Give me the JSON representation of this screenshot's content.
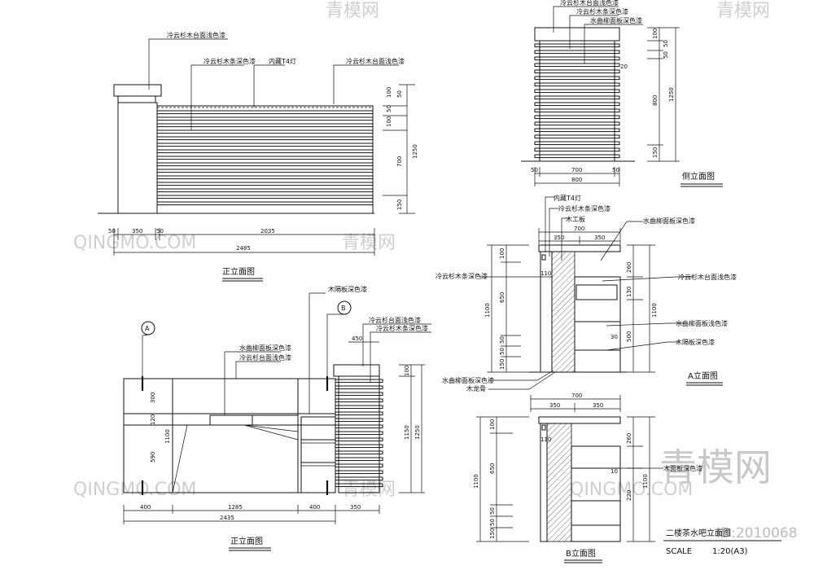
{
  "titles": {
    "front_elevation_top": "正立面图",
    "side_elevation": "侧立面图",
    "front_elevation_bottom": "正立面图",
    "a_elevation": "A立面图",
    "b_elevation": "B立面图",
    "drawing_name": "二楼茶水吧立面图",
    "scale_label": "SCALE",
    "scale_value": "1:20(A3)"
  },
  "labels": {
    "fir_light": "冷云杉木台面浅色漆",
    "fir_strip_dark": "冷云杉木条深色漆",
    "t4_light": "内藏T4灯",
    "fir_light_b": "冷云杉台面浅色漆",
    "fir_top_light": "冷云杉台面浅色漆",
    "curved_light": "水曲柳面板浅色漆",
    "curved_dark": "水曲柳面板深色漆",
    "wood_panel_dark": "木隔板深色漆",
    "wood_board": "木工板",
    "wood_keel": "木龙骨",
    "partition_dark": "木隔板深色漆",
    "top_board_dark": "木面板深色漆"
  },
  "dims": {
    "top_front": [
      "50",
      "350",
      "50",
      "2035",
      "2485",
      "100",
      "50",
      "100",
      "50",
      "1250",
      "700",
      "150"
    ],
    "side": [
      "100",
      "50",
      "50",
      "20",
      "800",
      "1250",
      "150",
      "50",
      "700",
      "50",
      "800"
    ],
    "bottom_front": [
      "300",
      "120",
      "590",
      "1100",
      "400",
      "1285",
      "400",
      "350",
      "2435",
      "450",
      "100",
      "1150",
      "1250"
    ],
    "a_view": [
      "700",
      "350",
      "350",
      "110",
      "100",
      "650",
      "50",
      "50",
      "150",
      "1100",
      "260",
      "130",
      "500",
      "30",
      "1100"
    ],
    "b_view": [
      "700",
      "350",
      "350",
      "110",
      "100",
      "650",
      "50",
      "50",
      "150",
      "1100",
      "260",
      "10",
      "220",
      "1100"
    ]
  },
  "markers": {
    "a": "A",
    "b": "B"
  },
  "watermark": {
    "site": "青模网",
    "latin": "QINGMO.COM",
    "code": "ID:2010068"
  }
}
